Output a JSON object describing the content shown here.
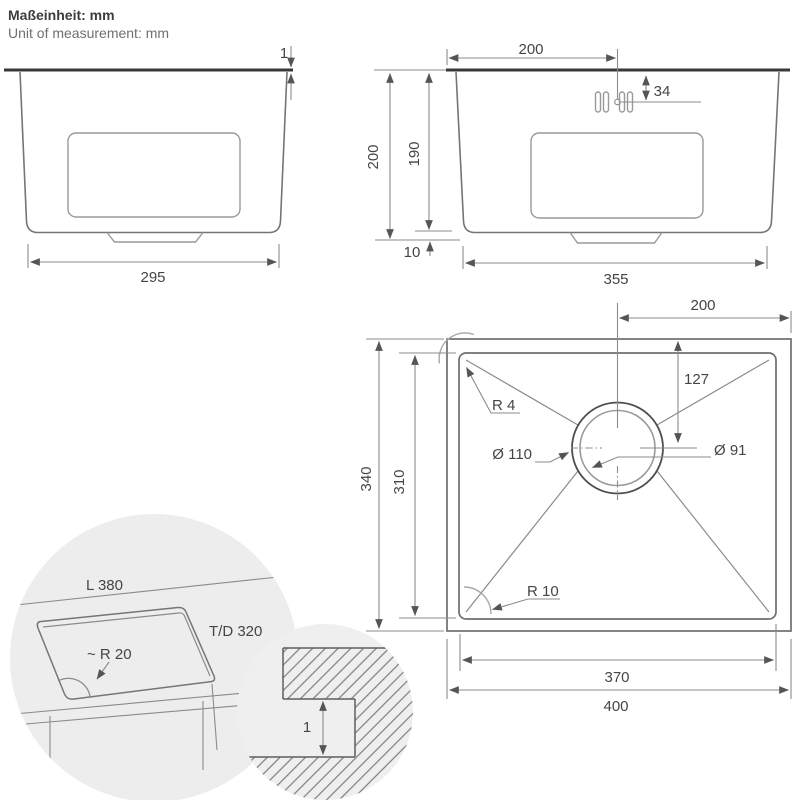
{
  "unit_header": {
    "de": "Maßeinheit: mm",
    "en": "Unit of measurement: mm"
  },
  "front_view": {
    "rim_thickness": "1",
    "bottom_width": "295"
  },
  "side_view": {
    "tap_hole_offset": "200",
    "overflow_offset": "34",
    "overall_depth": "200",
    "bowl_depth": "190",
    "base_lip_height": "10",
    "bottom_width": "355"
  },
  "top_view": {
    "drain_offset_horizontal": "200",
    "drain_offset_vertical": "127",
    "inner_corner_radius": "R 4",
    "drain_outer_diameter": "Ø 110",
    "drain_inner_diameter": "Ø 91",
    "bottom_corner_radius": "R 10",
    "inner_depth": "310",
    "outer_depth": "340",
    "inner_width": "370",
    "outer_width": "400"
  },
  "cutout_detail": {
    "cutout_length": "L 380",
    "cutout_depth": "T/D 320",
    "cutout_corner_radius": "~ R 20"
  },
  "edge_detail": {
    "step_height": "1"
  }
}
